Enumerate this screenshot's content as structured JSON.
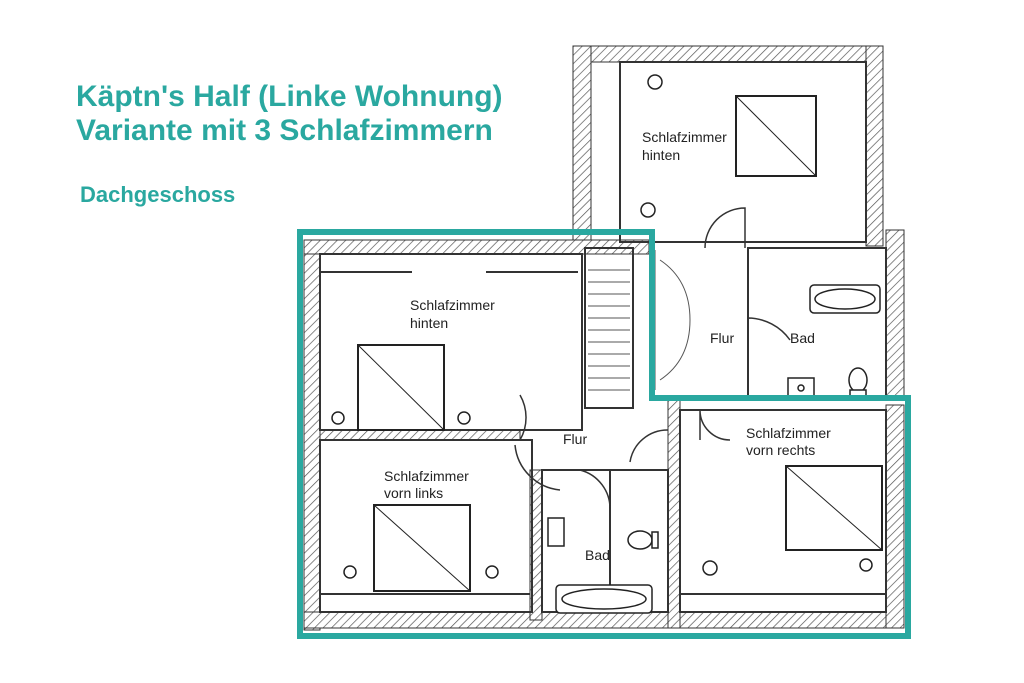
{
  "heading": {
    "line1": "Käptn's Half (Linke Wohnung)",
    "line2": "Variante mit 3 Schlafzimmern",
    "floor": "Dachgeschoss"
  },
  "rooms": {
    "schlafzimmer_hinten_top": {
      "line1": "Schlafzimmer",
      "line2": "hinten"
    },
    "schlafzimmer_hinten_left": {
      "line1": "Schlafzimmer",
      "line2": "hinten"
    },
    "schlafzimmer_vorn_links": {
      "line1": "Schlafzimmer",
      "line2": "vorn links"
    },
    "schlafzimmer_vorn_rechts": {
      "line1": "Schlafzimmer",
      "line2": "vorn rechts"
    },
    "flur_right": "Flur",
    "flur_center": "Flur",
    "bad_right": "Bad",
    "bad_center": "Bad"
  },
  "colors": {
    "accent": "#2aa8a0",
    "wall": "#333333"
  }
}
